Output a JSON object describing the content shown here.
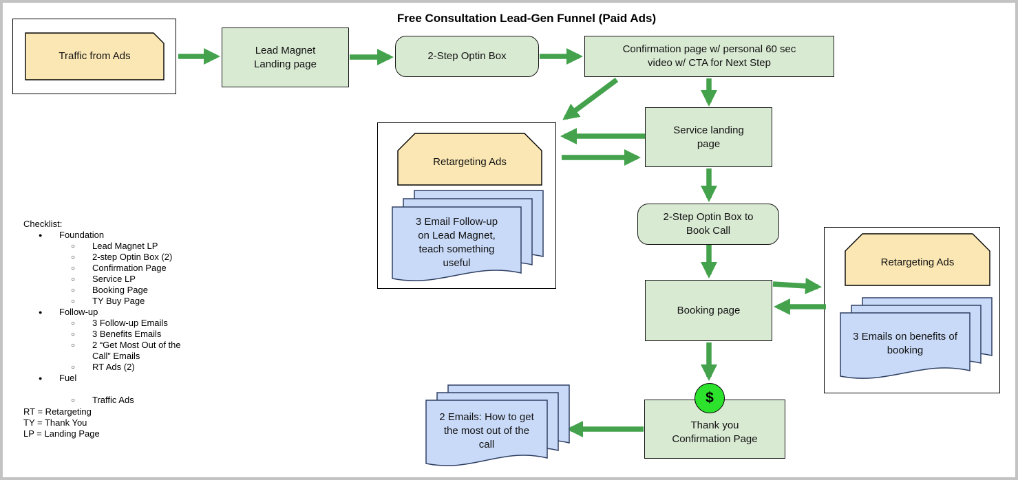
{
  "title": "Free Consultation Lead-Gen Funnel (Paid Ads)",
  "colors": {
    "arrow_green": "#44a24c",
    "box_green_fill": "#d9ead3",
    "tan_fill": "#fbe7b4",
    "doc_blue_fill": "#c9daf8",
    "dollar_green": "#2ce22c",
    "frame_gray": "#c3c3c3"
  },
  "nodes": {
    "traffic": "Traffic from Ads",
    "lead_magnet": "Lead Magnet Landing page",
    "optin1": "2-Step Optin Box",
    "confirmation": "Confirmation page w/ personal 60 sec video w/ CTA for Next Step",
    "service": "Service landing page",
    "retargeting_left": "Retargeting Ads",
    "emails_left": "3 Email Follow-up on Lead Magnet, teach something useful",
    "optin2": "2-Step Optin Box to Book Call",
    "booking": "Booking page",
    "retargeting_right": "Retargeting Ads",
    "emails_right": "3 Emails on benefits of booking",
    "thank_you": "Thank you Confirmation Page",
    "emails_bottom": "2 Emails: How to get the most out of the call",
    "dollar": "$"
  },
  "checklist": {
    "heading": "Checklist:",
    "sections": [
      {
        "label": "Foundation",
        "items": [
          "Lead Magnet LP",
          "2-step Optin Box (2)",
          "Confirmation Page",
          "Service LP",
          "Booking Page",
          "TY Buy Page"
        ]
      },
      {
        "label": "Follow-up",
        "items": [
          "3 Follow-up Emails",
          "3 Benefits Emails",
          "2 “Get Most Out of the Call” Emails",
          "RT Ads (2)"
        ]
      },
      {
        "label": "Fuel",
        "items": [
          "Traffic Ads"
        ]
      }
    ]
  },
  "legend": [
    "RT = Retargeting",
    "TY = Thank You",
    "LP = Landing Page"
  ]
}
